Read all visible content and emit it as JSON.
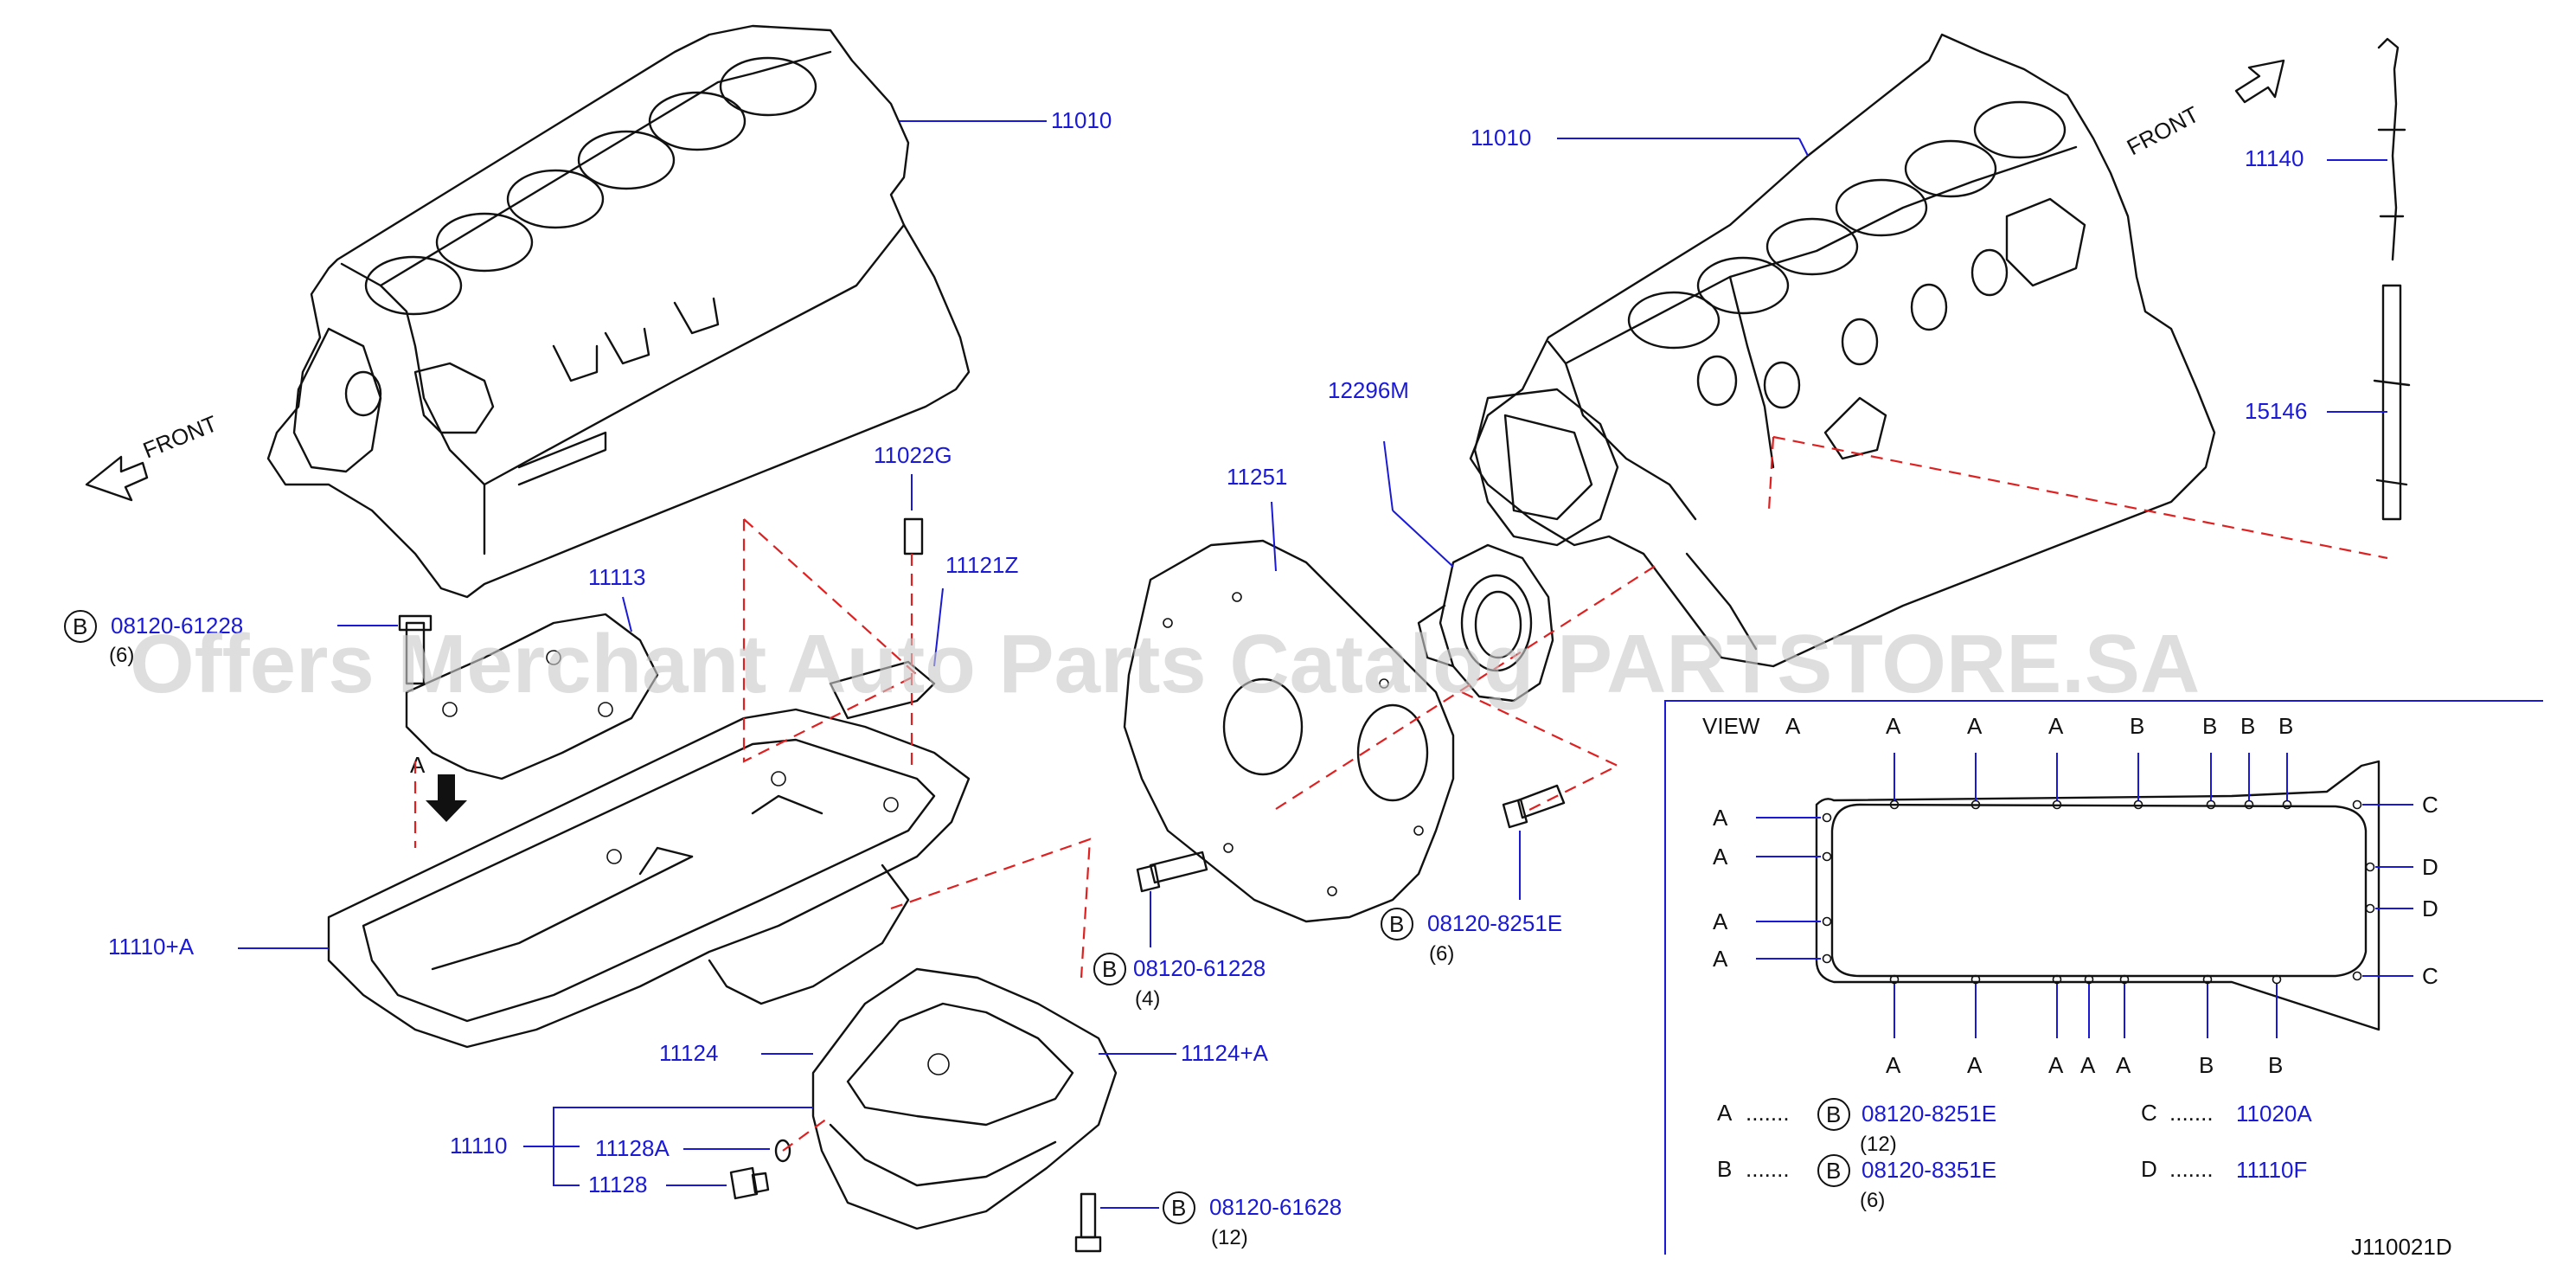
{
  "watermark": "Offers Merchant Auto Parts Catalog PARTSTORE.SA",
  "diagram_code": "J110021D",
  "front_label": "FRONT",
  "parts": {
    "block_left": "11010",
    "block_right": "11010",
    "dipstick": "11140",
    "guide": "15146",
    "rear_plate": "11251",
    "oil_seal_retainer": "12296M",
    "dowel": "11022G",
    "baffle": "11121Z",
    "baffle_plate": "11113",
    "upper_pan": "11110+A",
    "oil_pan_assy": "11110",
    "lower_pan": "11124",
    "lower_pan_a": "11124+A",
    "washer": "11128A",
    "drain_plug": "11128"
  },
  "bolts": {
    "bolt_baffle": {
      "letter": "B",
      "part": "08120-61228",
      "qty": "(6)"
    },
    "bolt_plate": {
      "letter": "B",
      "part": "08120-61228",
      "qty": "(4)"
    },
    "bolt_seal": {
      "letter": "B",
      "part": "08120-8251E",
      "qty": "(6)"
    },
    "bolt_pan": {
      "letter": "B",
      "part": "08120-61628",
      "qty": "(12)"
    }
  },
  "arrow_label": "A",
  "view": {
    "title": "VIEW",
    "title_letter": "A",
    "top_letters": [
      "A",
      "A",
      "A",
      "B",
      "B",
      "B",
      "B"
    ],
    "bottom_letters": [
      "A",
      "A",
      "A",
      "A",
      "A",
      "B",
      "B"
    ],
    "left_letters": [
      "A",
      "A",
      "A",
      "A"
    ],
    "right_letters": [
      "C",
      "D",
      "D",
      "C"
    ]
  },
  "legend": [
    {
      "key": "A",
      "dots": ".......",
      "letter": "B",
      "part": "08120-8251E",
      "qty": "(12)"
    },
    {
      "key": "B",
      "dots": ".......",
      "letter": "B",
      "part": "08120-8351E",
      "qty": "(6)"
    },
    {
      "key": "C",
      "dots": ".......",
      "part": "11020A"
    },
    {
      "key": "D",
      "dots": ".......",
      "part": "11110F"
    }
  ]
}
